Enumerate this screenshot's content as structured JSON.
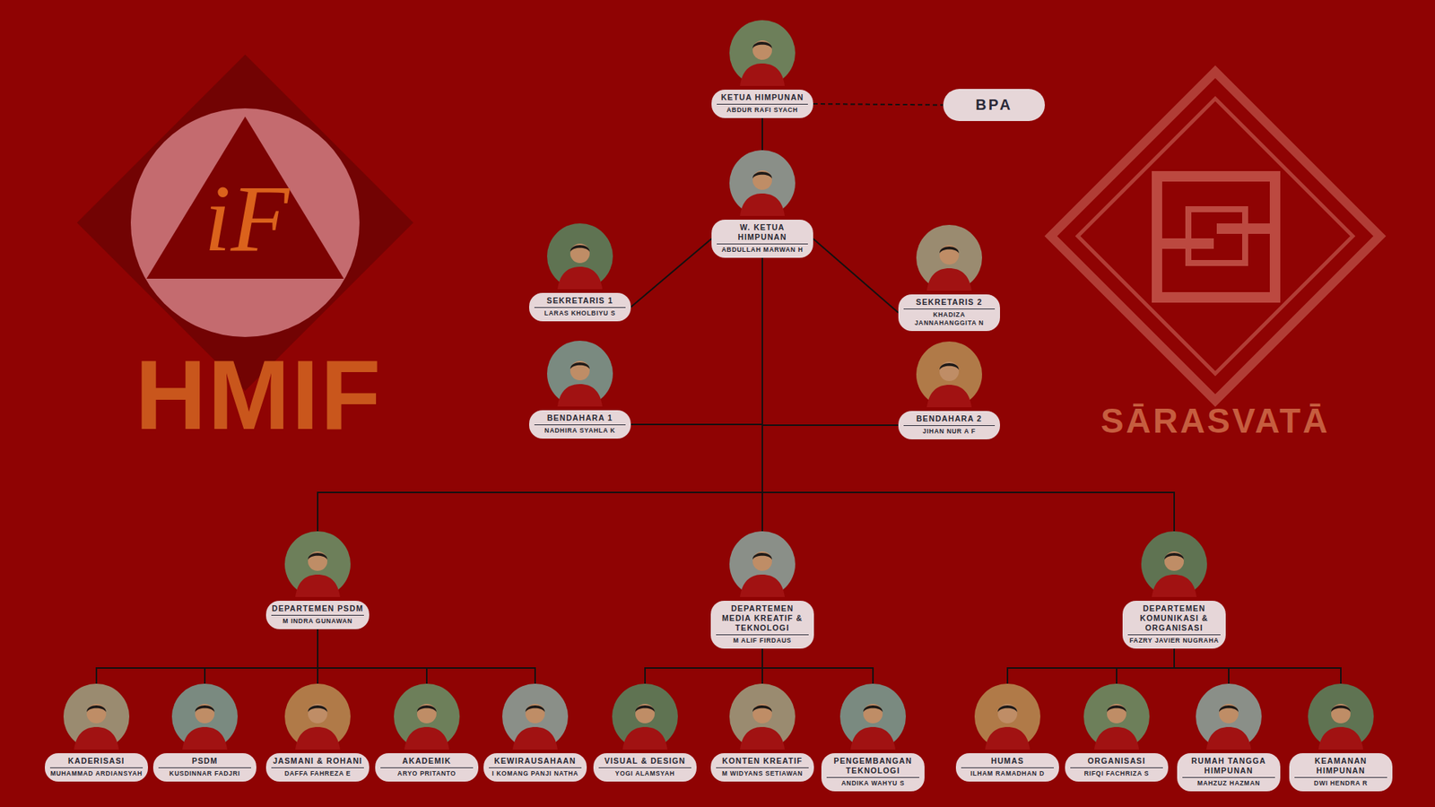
{
  "diagram": {
    "nodes": [
      {
        "text": [
          "KETUA HIMPUNAN",
          "ABDUR RAFI SYACH"
        ]
      },
      {
        "text": [
          "BPA"
        ]
      },
      {
        "text": [
          "W. KETUA HIMPUNAN",
          "ABDULLAH MARWAN H"
        ]
      },
      {
        "text": [
          "SEKRETARIS 1",
          "LARAS KHOLBIYU S"
        ]
      },
      {
        "text": [
          "SEKRETARIS 2",
          "KHADIZA JANNAHANGGITA N"
        ]
      },
      {
        "text": [
          "BENDAHARA 1",
          "NADHIRA SYAHLA K"
        ]
      },
      {
        "text": [
          "BENDAHARA 2",
          "JIHAN NUR A F"
        ]
      },
      {
        "text": [
          "DEPARTEMEN PSDM",
          "M INDRA GUNAWAN"
        ]
      },
      {
        "text": [
          "DEPARTEMEN MEDIA KREATIF & TEKNOLOGI",
          "M ALIF FIRDAUS"
        ]
      },
      {
        "text": [
          "DEPARTEMEN KOMUNIKASI & ORGANISASI",
          "FAZRY JAVIER NUGRAHA"
        ]
      },
      {
        "text": [
          "KADERISASI",
          "MUHAMMAD ARDIANSYAH"
        ]
      },
      {
        "text": [
          "PSDM",
          "KUSDINNAR FADJRI"
        ]
      },
      {
        "text": [
          "JASMANI & ROHANI",
          "DAFFA FAHREZA E"
        ]
      },
      {
        "text": [
          "AKADEMIK",
          "ARYO PRITANTO"
        ]
      },
      {
        "text": [
          "KEWIRAUSAHAAN",
          "I KOMANG PANJI NATHA"
        ]
      },
      {
        "text": [
          "VISUAL & DESIGN",
          "YOGI ALAMSYAH"
        ]
      },
      {
        "text": [
          "KONTEN KREATIF",
          "M WIDYANS SETIAWAN"
        ]
      },
      {
        "text": [
          "PENGEMBANGAN TEKNOLOGI",
          "ANDIKA WAHYU S"
        ]
      },
      {
        "text": [
          "HUMAS",
          "ILHAM RAMADHAN D"
        ]
      },
      {
        "text": [
          "ORGANISASI",
          "RIFQI FACHRIZA S"
        ]
      },
      {
        "text": [
          "RUMAH TANGGA HIMPUNAN",
          "MAHZUZ HAZMAN"
        ]
      },
      {
        "text": [
          "KEAMANAN HIMPUNAN",
          "DWI HENDRA R"
        ]
      }
    ],
    "edges": [
      {
        "from": 0,
        "to": 1,
        "arrow": "none"
      },
      {
        "from": 0,
        "to": 2,
        "arrow": "none"
      },
      {
        "from": 2,
        "to": 3,
        "arrow": "none"
      },
      {
        "from": 2,
        "to": 4,
        "arrow": "none"
      },
      {
        "from": 2,
        "to": 5,
        "arrow": "none"
      },
      {
        "from": 2,
        "to": 6,
        "arrow": "none"
      },
      {
        "from": 2,
        "to": 7,
        "arrow": "none"
      },
      {
        "from": 2,
        "to": 8,
        "arrow": "none"
      },
      {
        "from": 2,
        "to": 9,
        "arrow": "none"
      },
      {
        "from": 7,
        "to": 10,
        "arrow": "none"
      },
      {
        "from": 7,
        "to": 11,
        "arrow": "none"
      },
      {
        "from": 7,
        "to": 12,
        "arrow": "none"
      },
      {
        "from": 7,
        "to": 13,
        "arrow": "none"
      },
      {
        "from": 7,
        "to": 14,
        "arrow": "none"
      },
      {
        "from": 8,
        "to": 15,
        "arrow": "none"
      },
      {
        "from": 8,
        "to": 16,
        "arrow": "none"
      },
      {
        "from": 8,
        "to": 17,
        "arrow": "none"
      },
      {
        "from": 9,
        "to": 18,
        "arrow": "none"
      },
      {
        "from": 9,
        "to": 19,
        "arrow": "none"
      },
      {
        "from": 9,
        "to": 20,
        "arrow": "none"
      },
      {
        "from": 9,
        "to": 21,
        "arrow": "none"
      }
    ],
    "labels": [
      "iF",
      "HMIF",
      "SĀRASVATĀ"
    ]
  }
}
